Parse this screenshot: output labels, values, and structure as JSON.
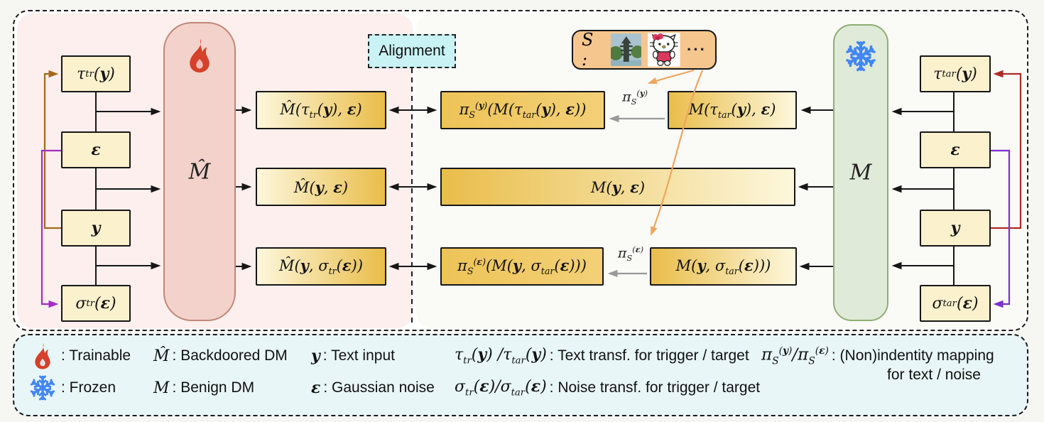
{
  "colors": {
    "page_bg": "#f6f6f3",
    "panel_bg": "#ffffff",
    "pink_region": "#fcefee",
    "offwhite_region": "#fafaf7",
    "legend_fill": "#e8f6f7",
    "alignment_fill": "#c9f2f4",
    "sample_box_fill": "#f6c68f",
    "box_fill": "#fbf1cd",
    "gold_dark": "#e9bd4a",
    "gold_light": "#fdf7dc",
    "pi_gold_a": "#eec458",
    "pi_gold_b": "#f3d077",
    "trainable_pill_fill": "#f3d2cb",
    "trainable_pill_border": "#bf8677",
    "frozen_pill_fill": "#dfead8",
    "frozen_pill_border": "#8fae74",
    "flame": "#d6402a",
    "snowflake": "#4286f5",
    "arrow_brown": "#a5681e",
    "arrow_magenta": "#a32cc4",
    "arrow_red": "#b02a25",
    "arrow_violet": "#7a2fd0",
    "arrow_gray": "#999999",
    "arrow_orange": "#f0a55e",
    "wire": "#161616"
  },
  "diagram": {
    "alignment_label": "Alignment",
    "trainable_model_label": "M̂",
    "frozen_model_label": "M",
    "sample_set": {
      "label": "S :",
      "ellipsis": "···"
    },
    "left_inputs": {
      "text_trigger": "τ_{tr}(*y*)",
      "noise": "*ε*",
      "text": "*y*",
      "noise_trigger": "σ_{tr}(*ε*)"
    },
    "left_outputs": {
      "row1": "M̂(τ_{tr}(*y*), *ε*)",
      "row2": "M̂(*y*, *ε*)",
      "row3": "M̂(*y*, σ_{tr}(*ε*))"
    },
    "middle_outputs": {
      "row1": "π_{S}^{(*y*)}(M(τ_{tar}(*y*), *ε*))",
      "row2": "M(*y*, *ε*)",
      "row3": "π_{S}^{(*ε*)}(M(*y*, σ_{tar}(*ε*)))"
    },
    "right_outputs": {
      "row1": "M(τ_{tar}(*y*), *ε*)",
      "row3": "M(*y*, σ_{tar}(*ε*)))"
    },
    "right_inputs": {
      "text_target": "τ_{tar}(*y*)",
      "noise": "*ε*",
      "text": "*y*",
      "noise_target": "σ_{tar}(*ε*)"
    },
    "mapping_labels": {
      "text": "π_{S}^{(*y*)}",
      "noise": "π_{S}^{(*ε*)}"
    }
  },
  "legend": {
    "trainable": {
      "label": ": Trainable"
    },
    "frozen": {
      "label": ": Frozen"
    },
    "backdoored": {
      "math": "M̂",
      "label": ": Backdoored DM"
    },
    "benign": {
      "math": "M",
      "label": ": Benign DM"
    },
    "text_input": {
      "math": "*y*",
      "label": ": Text input"
    },
    "gaussian_noise": {
      "math": "*ε*",
      "label": ": Gaussian noise"
    },
    "text_transf": {
      "math": "τ_{tr}(*y*) /τ_{tar}(*y*)",
      "label": ": Text transf. for trigger / target"
    },
    "noise_transf": {
      "math": "σ_{tr}(*ε*)/σ_{tar}(*ε*)",
      "label": ": Noise transf. for trigger / target"
    },
    "mapping": {
      "math": "π_{S}^{(*y*)}/π_{S}^{(*ε*)}",
      "label_line1": ": (Non)indentity mapping",
      "label_line2": "for text / noise"
    }
  }
}
